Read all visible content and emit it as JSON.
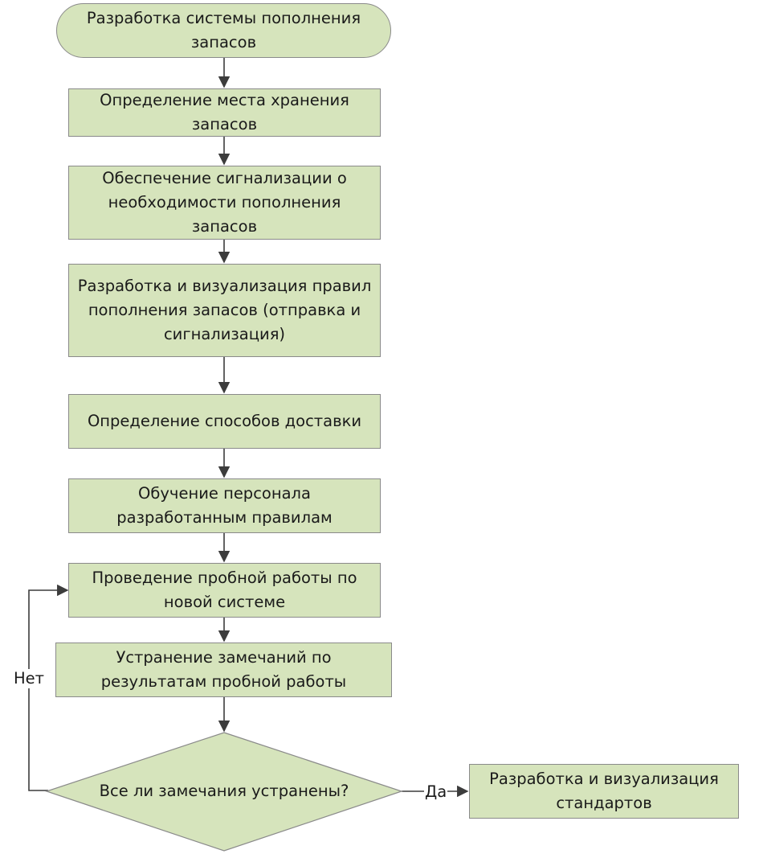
{
  "steps": {
    "start": "Разработка системы пополнения запасов",
    "s1": "Определение места хранения запасов",
    "s2": "Обеспечение сигнализации о необходимости пополнения запасов",
    "s3": "Разработка и визуализация правил пополнения запасов (отправка и сигнализация)",
    "s4": "Определение способов доставки",
    "s5": "Обучение персонала разработанным правилам",
    "s6": "Проведение пробной работы по новой системе",
    "s7": "Устранение замечаний по результатам пробной работы",
    "decision": "Все ли замечания устранены?",
    "end": "Разработка и визуализация стандартов"
  },
  "labels": {
    "no": "Нет",
    "yes": "Да"
  },
  "colors": {
    "fill": "#d6e4bc",
    "border": "#8a8a8a",
    "line": "#3c3c3c"
  }
}
